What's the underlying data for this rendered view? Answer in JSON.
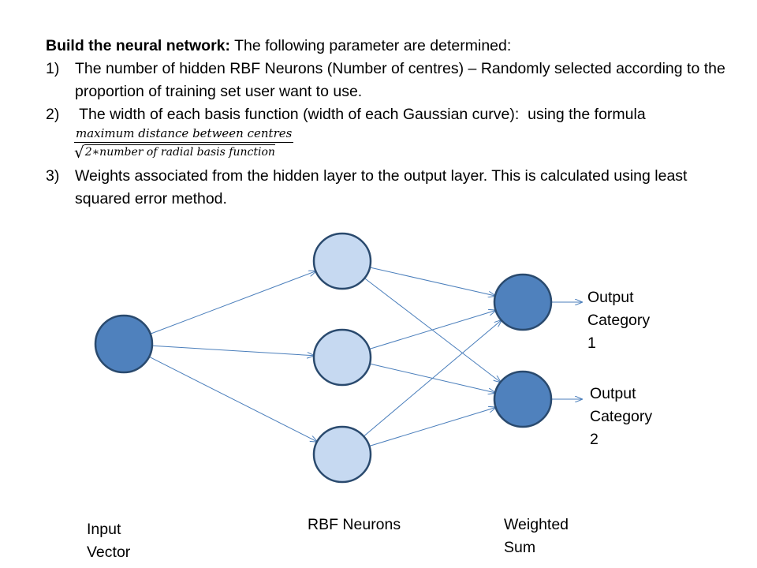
{
  "heading": {
    "bold": "Build the neural network:",
    "rest": " The following parameter are determined:"
  },
  "items": [
    {
      "num": "1)",
      "text": "The number of hidden RBF Neurons (Number of centres) – Randomly selected according to the proportion of training set user want to use."
    },
    {
      "num": "2)",
      "text": " The width of each basis function (width of each Gaussian curve):  using the formula"
    },
    {
      "num": "3)",
      "text": "Weights associated from the hidden layer to the output layer.  This is calculated using least squared error method."
    }
  ],
  "formula": {
    "numerator": "maximum distance between centres",
    "root_symbol": "√",
    "denominator": "2∗number of radial basis function"
  },
  "labels": {
    "output1": "Output Category 1",
    "output2": "Output Category 2",
    "input": "Input Vector",
    "rbf": "RBF Neurons",
    "weighted": "Weighted Sum"
  },
  "colors": {
    "input_fill": "#4f81bd",
    "hidden_fill": "#c6d9f1",
    "output_fill": "#4f81bd",
    "stroke": "#2a4a6e",
    "edge": "#4a7ebb"
  }
}
